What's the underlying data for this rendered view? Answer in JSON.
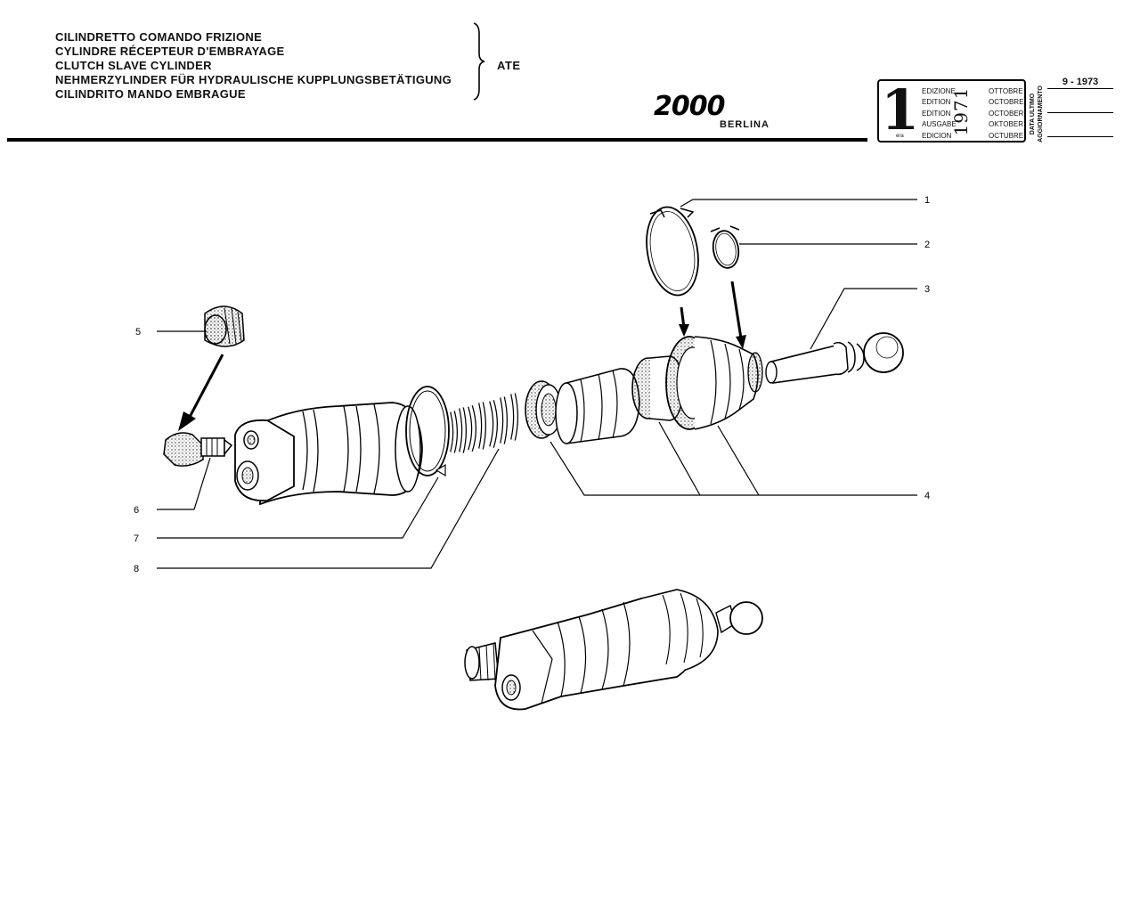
{
  "header": {
    "titles": [
      "CILINDRETTO COMANDO FRIZIONE",
      "CYLINDRE RÉCEPTEUR D'EMBRAYAGE",
      "CLUTCH SLAVE CYLINDER",
      "NEHMERZYLINDER FÜR HYDRAULISCHE KUPPLUNGSBETÄTIGUNG",
      "CILINDRITO MANDO EMBRAGUE"
    ],
    "manufacturer": "ATE",
    "model": "2000",
    "model_variant": "BERLINA"
  },
  "edition": {
    "number": "1",
    "ordinals": [
      "a",
      "ère",
      "st",
      ".",
      "era"
    ],
    "words": [
      "EDIZIONE",
      "EDITION",
      "EDITION",
      "AUSGABE",
      "EDICION"
    ],
    "months": [
      "OTTOBRE",
      "OCTOBRE",
      "OCTOBER",
      "OKTOBER",
      "OCTUBRE"
    ],
    "year": "1971",
    "update_label_1": "DATA ULTIMO",
    "update_label_2": "AGGIORNAMENTO",
    "last_update": "9 - 1973"
  },
  "callouts": [
    "1",
    "2",
    "3",
    "4",
    "5",
    "6",
    "7",
    "8"
  ]
}
